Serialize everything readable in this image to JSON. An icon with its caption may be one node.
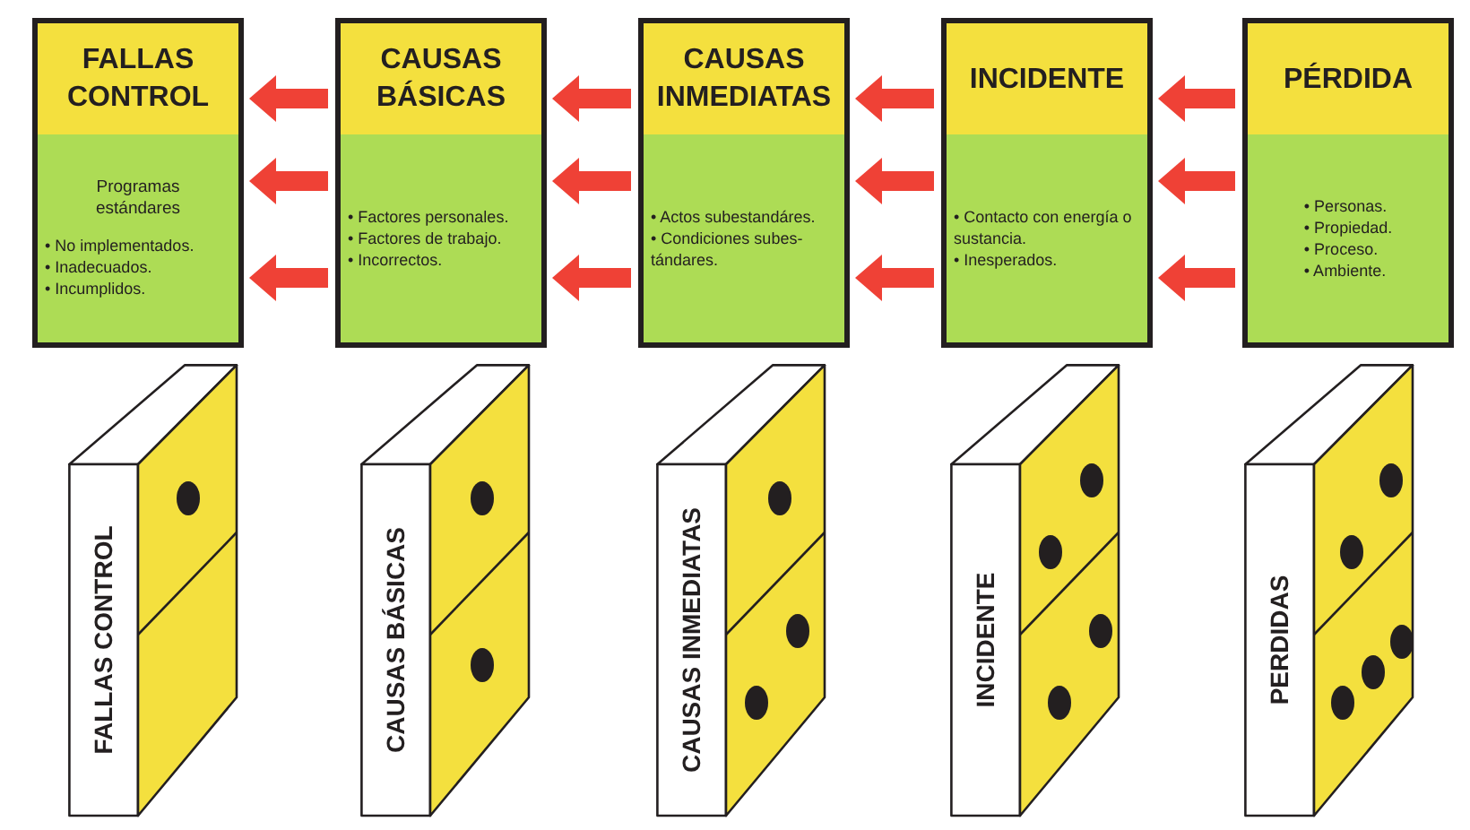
{
  "diagram": {
    "nodes": [
      {
        "text": [
          "FALLAS CONTROL",
          "Programas estándares",
          "• No implementados.",
          "• Inadecuados.",
          "• Incumplidos."
        ]
      },
      {
        "text": [
          "CAUSAS BÁSICAS",
          "• Factores personales.",
          "• Factores de trabajo.",
          "• Incorrectos."
        ]
      },
      {
        "text": [
          "CAUSAS INMEDIATAS",
          "• Actos subestandáres.",
          "• Condiciones subes- tándares."
        ]
      },
      {
        "text": [
          "INCIDENTE",
          "• Contacto con energía o sustancia.",
          "• Inesperados."
        ]
      },
      {
        "text": [
          "PÉRDIDA",
          "• Personas.",
          "• Propiedad.",
          "• Proceso.",
          "• Ambiente."
        ]
      },
      {
        "text": [
          "FALLAS CONTROL"
        ]
      },
      {
        "text": [
          "CAUSAS BÁSICAS"
        ]
      },
      {
        "text": [
          "CAUSAS INMEDIATAS"
        ]
      },
      {
        "text": [
          "INCIDENTE"
        ]
      },
      {
        "text": [
          "PERDIDAS"
        ]
      }
    ],
    "edges": [
      {
        "from": 1,
        "to": 0,
        "arrow": "to"
      },
      {
        "from": 1,
        "to": 0,
        "arrow": "to"
      },
      {
        "from": 1,
        "to": 0,
        "arrow": "to"
      },
      {
        "from": 2,
        "to": 1,
        "arrow": "to"
      },
      {
        "from": 2,
        "to": 1,
        "arrow": "to"
      },
      {
        "from": 2,
        "to": 1,
        "arrow": "to"
      },
      {
        "from": 3,
        "to": 2,
        "arrow": "to"
      },
      {
        "from": 3,
        "to": 2,
        "arrow": "to"
      },
      {
        "from": 3,
        "to": 2,
        "arrow": "to"
      },
      {
        "from": 4,
        "to": 3,
        "arrow": "to"
      },
      {
        "from": 4,
        "to": 3,
        "arrow": "to"
      },
      {
        "from": 4,
        "to": 3,
        "arrow": "to"
      }
    ]
  }
}
